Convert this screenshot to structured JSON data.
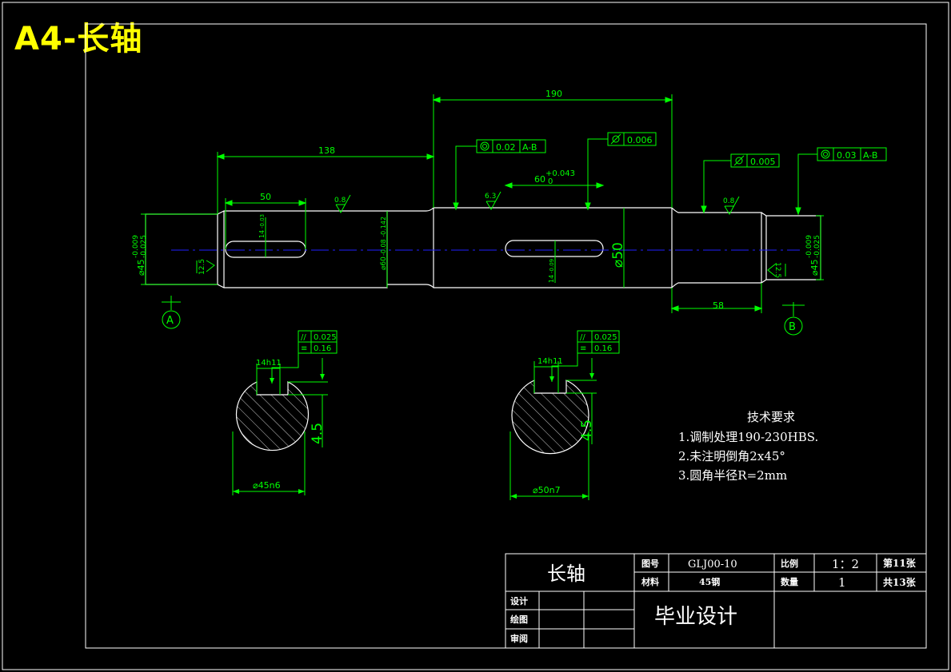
{
  "page_title": "A4-长轴",
  "dimensions": {
    "len_190": "190",
    "len_138": "138",
    "len_50": "50",
    "len_58": "58",
    "key_60": "60",
    "key_60_tol_up": "+0.043",
    "key_60_tol_low": "0",
    "dia_left": "⌀45",
    "dia_left_tol_up": "-0.009",
    "dia_left_tol_low": "-0.025",
    "dia_right": "⌀45",
    "dia_right_tol_up": "-0.009",
    "dia_right_tol_low": "-0.025",
    "dia_mid": "⌀60",
    "dia_mid_tol": "-0.08 -0.142",
    "dia_50": "⌀50",
    "slot_left_w": "14",
    "slot_left_tol": "-0.03",
    "slot_right_w": "14",
    "slot_right_tol": "-0.09"
  },
  "tolerances": {
    "fcf1_symbol": "◎",
    "fcf1_value": "0.02",
    "fcf1_datum": "A-B",
    "fcf2_symbol": "⌭",
    "fcf2_value": "0.006",
    "fcf3_symbol": "⌭",
    "fcf3_value": "0.005",
    "fcf4_symbol": "◎",
    "fcf4_value": "0.03",
    "fcf4_datum": "A-B"
  },
  "roughness": {
    "r1": "0.8",
    "r2": "6.3",
    "r3": "0.8",
    "r4": "12.5",
    "r5": "12.5"
  },
  "datums": {
    "a": "A",
    "b": "B"
  },
  "sections": {
    "left": {
      "par_value": "0.025",
      "sym_value": "0.16",
      "key_label": "14h11",
      "depth": "4.5",
      "diameter": "⌀45n6",
      "par_symbol": "//",
      "sym_symbol": "≡"
    },
    "right": {
      "par_value": "0.025",
      "sym_value": "0.16",
      "key_label": "14h11",
      "depth": "4.5",
      "diameter": "⌀50n7",
      "par_symbol": "//",
      "sym_symbol": "≡"
    }
  },
  "requirements": {
    "heading": "技术要求",
    "items": [
      "1.调制处理190-230HBS.",
      "2.未注明倒角2x45°",
      "3.圆角半径R=2mm"
    ]
  },
  "title_block": {
    "part_name": "长轴",
    "drawing_no_label": "图号",
    "drawing_no": "GLJ00-10",
    "scale_label": "比例",
    "scale": "1：2",
    "sheet": "第11张",
    "material_label": "材料",
    "material": "45钢",
    "qty_label": "数量",
    "qty": "1",
    "total": "共13张",
    "design_label": "设计",
    "draw_label": "绘图",
    "review_label": "审阅",
    "project": "毕业设计"
  },
  "colors": {
    "background": "#000000",
    "outline": "#ffffff",
    "dimension": "#00ff00",
    "centerline": "#2020ff",
    "title": "#ffff00"
  }
}
